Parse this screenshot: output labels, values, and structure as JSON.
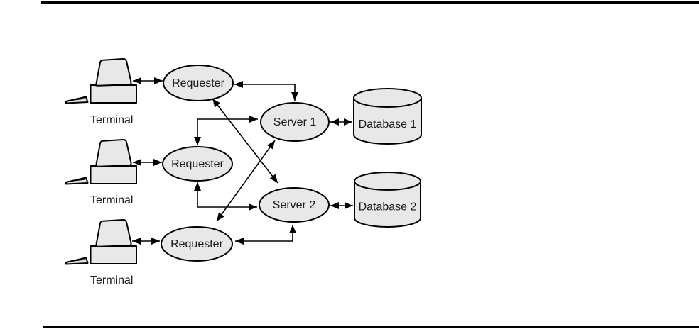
{
  "diagram": {
    "title_hint": "client-server architecture figure",
    "colors": {
      "background": "#ffffff",
      "node_fill": "#e8e8e8",
      "stroke": "#000000"
    },
    "terminals": [
      {
        "label": "Terminal"
      },
      {
        "label": "Terminal"
      },
      {
        "label": "Terminal"
      }
    ],
    "requesters": [
      {
        "label": "Requester"
      },
      {
        "label": "Requester"
      },
      {
        "label": "Requester"
      }
    ],
    "servers": [
      {
        "label": "Server 1"
      },
      {
        "label": "Server 2"
      }
    ],
    "databases": [
      {
        "label": "Database 1"
      },
      {
        "label": "Database 2"
      }
    ],
    "connections": [
      {
        "from": "terminal-1",
        "to": "requester-1",
        "direction": "bidirectional",
        "style": "straight"
      },
      {
        "from": "terminal-2",
        "to": "requester-2",
        "direction": "bidirectional",
        "style": "straight"
      },
      {
        "from": "terminal-3",
        "to": "requester-3",
        "direction": "bidirectional",
        "style": "straight"
      },
      {
        "from": "requester-1",
        "to": "server-1",
        "direction": "bidirectional",
        "style": "elbow"
      },
      {
        "from": "requester-1",
        "to": "server-2",
        "direction": "bidirectional",
        "style": "diagonal"
      },
      {
        "from": "requester-2",
        "to": "server-1",
        "direction": "bidirectional",
        "style": "elbow"
      },
      {
        "from": "requester-2",
        "to": "server-2",
        "direction": "bidirectional",
        "style": "elbow"
      },
      {
        "from": "requester-3",
        "to": "server-1",
        "direction": "bidirectional",
        "style": "diagonal"
      },
      {
        "from": "requester-3",
        "to": "server-2",
        "direction": "bidirectional",
        "style": "elbow"
      },
      {
        "from": "server-1",
        "to": "database-1",
        "direction": "bidirectional",
        "style": "straight"
      },
      {
        "from": "server-2",
        "to": "database-2",
        "direction": "bidirectional",
        "style": "straight"
      }
    ]
  }
}
